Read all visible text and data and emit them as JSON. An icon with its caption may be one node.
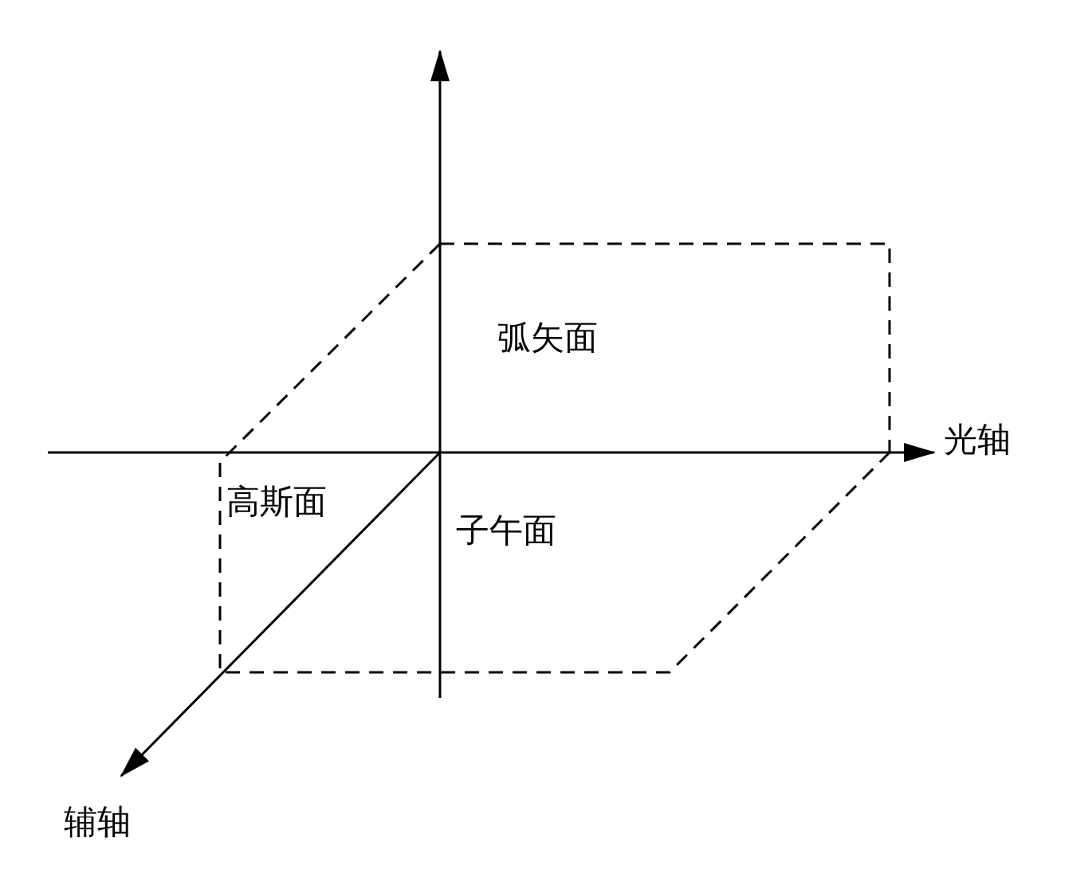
{
  "diagram": {
    "labels": [
      "弧矢面",
      "光轴",
      "高斯面",
      "子午面",
      "辅轴"
    ]
  }
}
